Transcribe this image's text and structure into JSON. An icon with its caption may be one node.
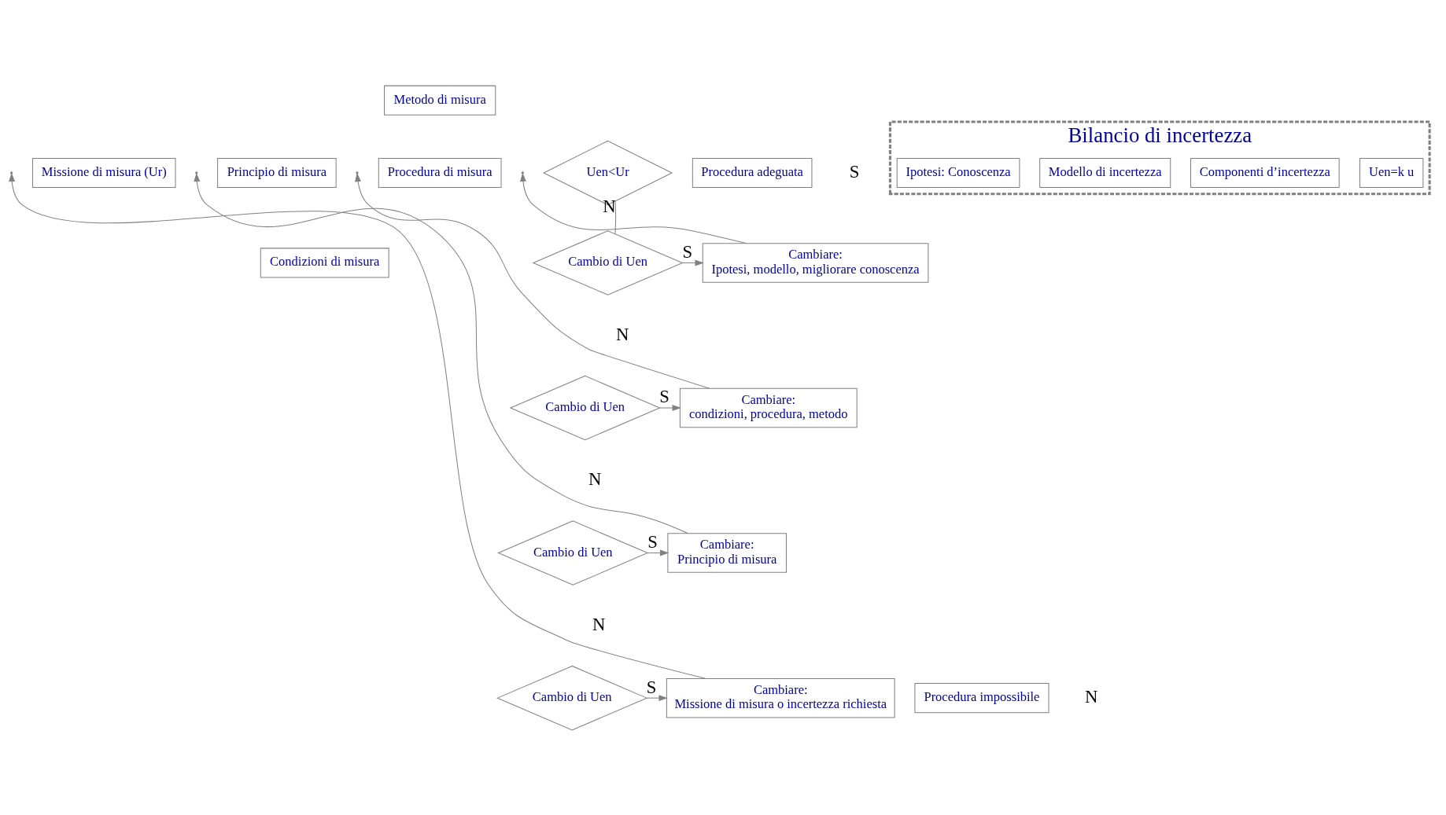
{
  "diagram": {
    "nodes": [
      {
        "text": [
          "Metodo di misura"
        ]
      },
      {
        "text": [
          "Bilancio di incertezza"
        ]
      },
      {
        "text": [
          "Missione di misura (Ur)"
        ]
      },
      {
        "text": [
          "Principio di misura"
        ]
      },
      {
        "text": [
          "Procedura di misura"
        ]
      },
      {
        "text": [
          "Ipotesi: Conoscenza"
        ],
        "in": 1
      },
      {
        "text": [
          "Modello di incertezza"
        ],
        "in": 1
      },
      {
        "text": [
          "Componenti d’incertezza"
        ],
        "in": 1
      },
      {
        "text": [
          "Uen=k u"
        ],
        "in": 1
      },
      {
        "text": [
          "Uen<Ur"
        ]
      },
      {
        "text": [
          "Procedura adeguata"
        ]
      },
      {
        "text": [
          "Condizioni di misura"
        ]
      },
      {
        "text": [
          "Cambio di Uen"
        ]
      },
      {
        "text": [
          "Cambiare:",
          "Ipotesi, modello, migliorare conoscenza"
        ]
      },
      {
        "text": [
          "Cambio di Uen"
        ]
      },
      {
        "text": [
          "Cambiare:",
          "condizioni, procedura, metodo"
        ]
      },
      {
        "text": [
          "Cambio di Uen"
        ]
      },
      {
        "text": [
          "Cambiare:",
          "Principio di misura"
        ]
      },
      {
        "text": [
          "Cambio di Uen"
        ]
      },
      {
        "text": [
          "Cambiare:",
          "Missione di misura o incertezza richiesta"
        ]
      },
      {
        "text": [
          "Procedura impossibile"
        ]
      }
    ],
    "edges": [
      {
        "from": 9,
        "to": 12,
        "arrow": "none",
        "label": "N"
      },
      {
        "from": 12,
        "to": 13,
        "arrow": "to",
        "label": "S"
      },
      {
        "from": 13,
        "to": null,
        "arrow": "to"
      },
      {
        "from": 14,
        "to": 15,
        "arrow": "to",
        "label": "S"
      },
      {
        "from": 15,
        "to": null,
        "arrow": "to"
      },
      {
        "from": 16,
        "to": 17,
        "arrow": "to",
        "label": "S"
      },
      {
        "from": 17,
        "to": null,
        "arrow": "to"
      },
      {
        "from": 18,
        "to": 19,
        "arrow": "to",
        "label": "S"
      },
      {
        "from": 19,
        "to": null,
        "arrow": "to"
      }
    ],
    "labels": [
      "S",
      "N",
      "N",
      "N",
      "N"
    ]
  }
}
